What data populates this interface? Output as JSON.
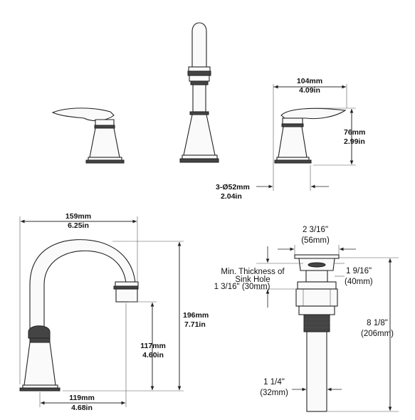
{
  "top": {
    "width_mm": "104mm",
    "width_in": "4.09in",
    "height_mm": "76mm",
    "height_in": "2.99in",
    "hole_mm": "3-Ø52mm",
    "hole_in": "2.04in"
  },
  "spout": {
    "reach_mm": "159mm",
    "reach_in": "6.25in",
    "height_mm": "196mm",
    "height_in": "7.71in",
    "outlet_mm": "117mm",
    "outlet_in": "4.60in",
    "base_mm": "119mm",
    "base_in": "4.68in"
  },
  "drain": {
    "flange_in": "2 3/16\"",
    "flange_mm": "(56mm)",
    "thickness_line1": "Min. Thickness of",
    "thickness_line2": "Sink Hole",
    "thickness_line3": "1 3/16\" (30mm)",
    "body_in": "1 9/16\"",
    "body_mm": "(40mm)",
    "length_in": "8 1/8\"",
    "length_mm": "(206mm)",
    "tail_in": "1 1/4\"",
    "tail_mm": "(32mm)"
  }
}
